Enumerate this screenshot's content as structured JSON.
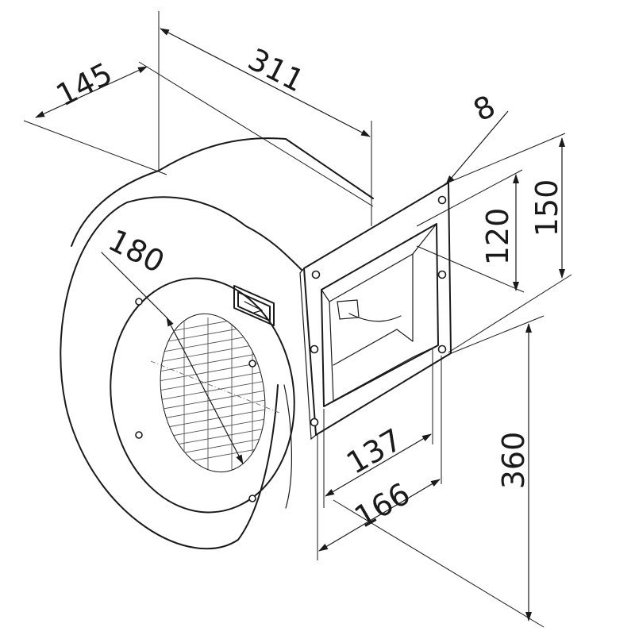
{
  "drawing": {
    "subject": "centrifugal-fan-outline",
    "stroke_color": "#1a1a1a",
    "background": "#ffffff"
  },
  "dimensions": {
    "depth": "145",
    "length": "311",
    "flange_thickness": "8",
    "outlet_height_inner": "120",
    "outlet_height_outer": "150",
    "inlet_diameter": "180",
    "outlet_width_inner": "137",
    "outlet_width_outer": "166",
    "overall_height": "360"
  }
}
